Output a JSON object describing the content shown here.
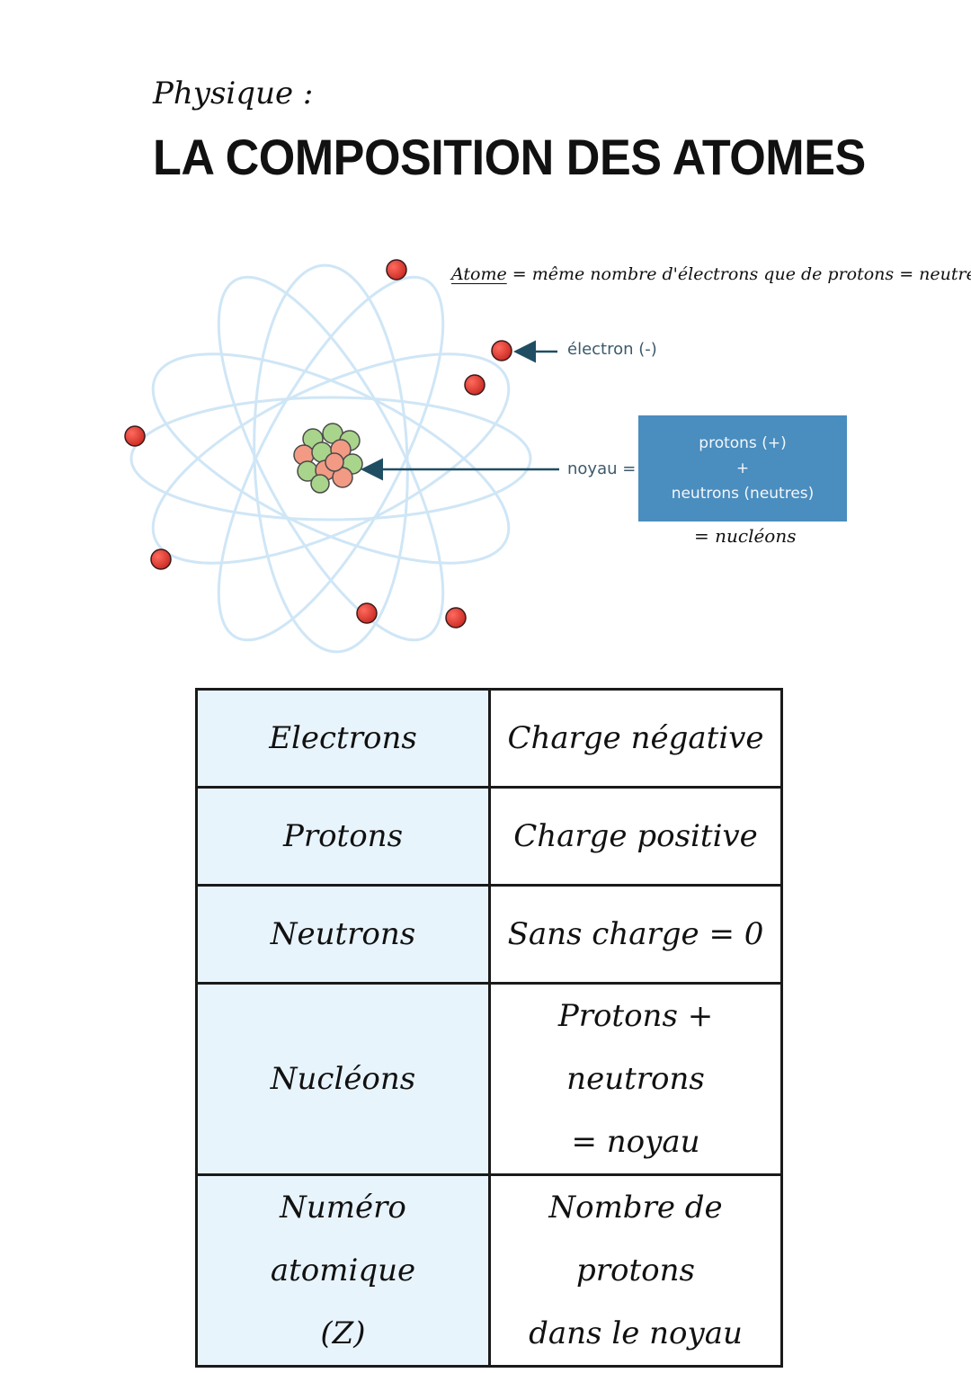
{
  "header": {
    "subject": "Physique :",
    "title": "LA COMPOSITION DES ATOMES"
  },
  "diagram": {
    "definition": {
      "term": "Atome",
      "rest": " = même nombre d'électrons que de protons = neutre"
    },
    "electron_label": "électron (-)",
    "noyau_label": "noyau =",
    "nucleus_box": {
      "line1": "protons (+)",
      "line2": "+",
      "line3": "neutrons (neutres)"
    },
    "nucleons_label": "= nucléons",
    "colors": {
      "orbit": "#cfe6f6",
      "electron": "#e53d35",
      "proton": "#f29a84",
      "neutron": "#a9d48c",
      "arrow": "#1f4e63",
      "box": "#4a8dbf"
    }
  },
  "table": {
    "rows": [
      {
        "key": [
          "Electrons"
        ],
        "value": [
          "Charge négative"
        ]
      },
      {
        "key": [
          "Protons"
        ],
        "value": [
          "Charge positive"
        ]
      },
      {
        "key": [
          "Neutrons"
        ],
        "value": [
          "Sans charge = 0"
        ]
      },
      {
        "key": [
          "Nucléons"
        ],
        "value": [
          "Protons + neutrons",
          "= noyau"
        ]
      },
      {
        "key": [
          "Numéro atomique",
          "(Z)"
        ],
        "value": [
          "Nombre de protons",
          "dans le noyau"
        ]
      }
    ]
  }
}
